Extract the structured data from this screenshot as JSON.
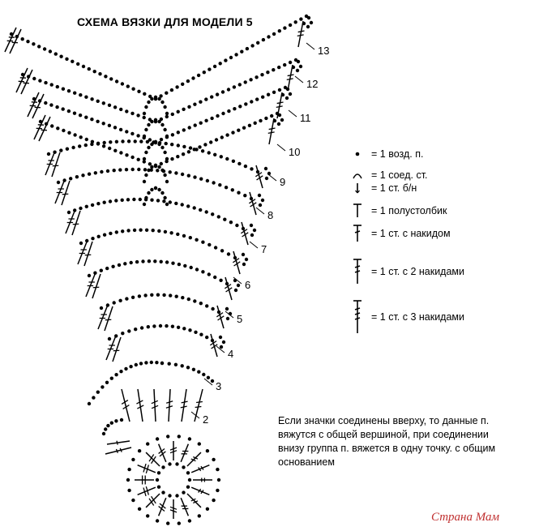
{
  "title": "СХЕМА ВЯЗКИ ДЛЯ МОДЕЛИ 5",
  "row_numbers": [
    "2",
    "3",
    "4",
    "5",
    "6",
    "7",
    "8",
    "9",
    "10",
    "11",
    "12",
    "13"
  ],
  "legend": [
    {
      "symbol": "chain-dot-icon",
      "text": "= 1 возд. п."
    },
    {
      "symbol": "slip-stitch-arc-icon",
      "text": "= 1 соед. ст."
    },
    {
      "symbol": "single-crochet-icon",
      "text": "= 1 ст. б/н"
    },
    {
      "symbol": "half-double-crochet-icon",
      "text": "= 1 полустолбик"
    },
    {
      "symbol": "double-crochet-icon",
      "text": "= 1 ст. с накидом"
    },
    {
      "symbol": "treble-crochet-icon",
      "text": "= 1 ст. с 2 накидами"
    },
    {
      "symbol": "double-treble-crochet-icon",
      "text": "= 1 ст. с 3 накидами"
    }
  ],
  "note_lines": [
    "Если значки соединены вверху, то данные п.",
    "вяжутся с общей вершиной, при соединении",
    "внизу группа п. вяжется в одну точку. с общим",
    "основанием"
  ],
  "watermark": "Страна Мам"
}
